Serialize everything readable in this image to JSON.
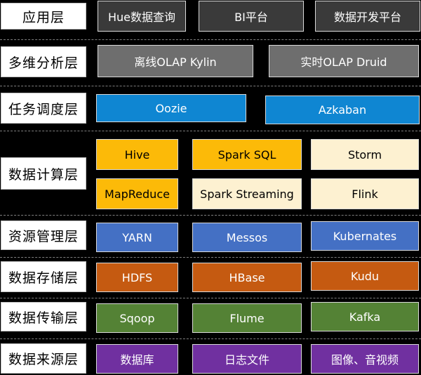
{
  "layers": {
    "application": {
      "label": "应用层",
      "items": [
        "Hue数据查询",
        "BI平台",
        "数据开发平台"
      ]
    },
    "olap": {
      "label": "多维分析层",
      "items": [
        "离线OLAP Kylin",
        "实时OLAP Druid"
      ]
    },
    "scheduling": {
      "label": "任务调度层",
      "items": [
        "Oozie",
        "Azkaban"
      ]
    },
    "compute": {
      "label": "数据计算层",
      "items": [
        "Hive",
        "Spark SQL",
        "Storm",
        "MapReduce",
        "Spark Streaming",
        "Flink"
      ]
    },
    "resource": {
      "label": "资源管理层",
      "items": [
        "YARN",
        "Messos",
        "Kubernates"
      ]
    },
    "storage": {
      "label": "数据存储层",
      "items": [
        "HDFS",
        "HBase",
        "Kudu"
      ]
    },
    "transfer": {
      "label": "数据传输层",
      "items": [
        "Sqoop",
        "Flume",
        "Kafka"
      ]
    },
    "source": {
      "label": "数据来源层",
      "items": [
        "数据库",
        "日志文件",
        "图像、音视频"
      ]
    }
  },
  "colors": {
    "background": "#000000",
    "application": "#3a3a3a",
    "olap": "#6e6e6e",
    "scheduling": "#0f86d2",
    "compute_primary": "#fcba08",
    "compute_secondary": "#fdf1d1",
    "resource": "#4470c4",
    "storage": "#c55a11",
    "transfer": "#548235",
    "source": "#7030a0"
  }
}
